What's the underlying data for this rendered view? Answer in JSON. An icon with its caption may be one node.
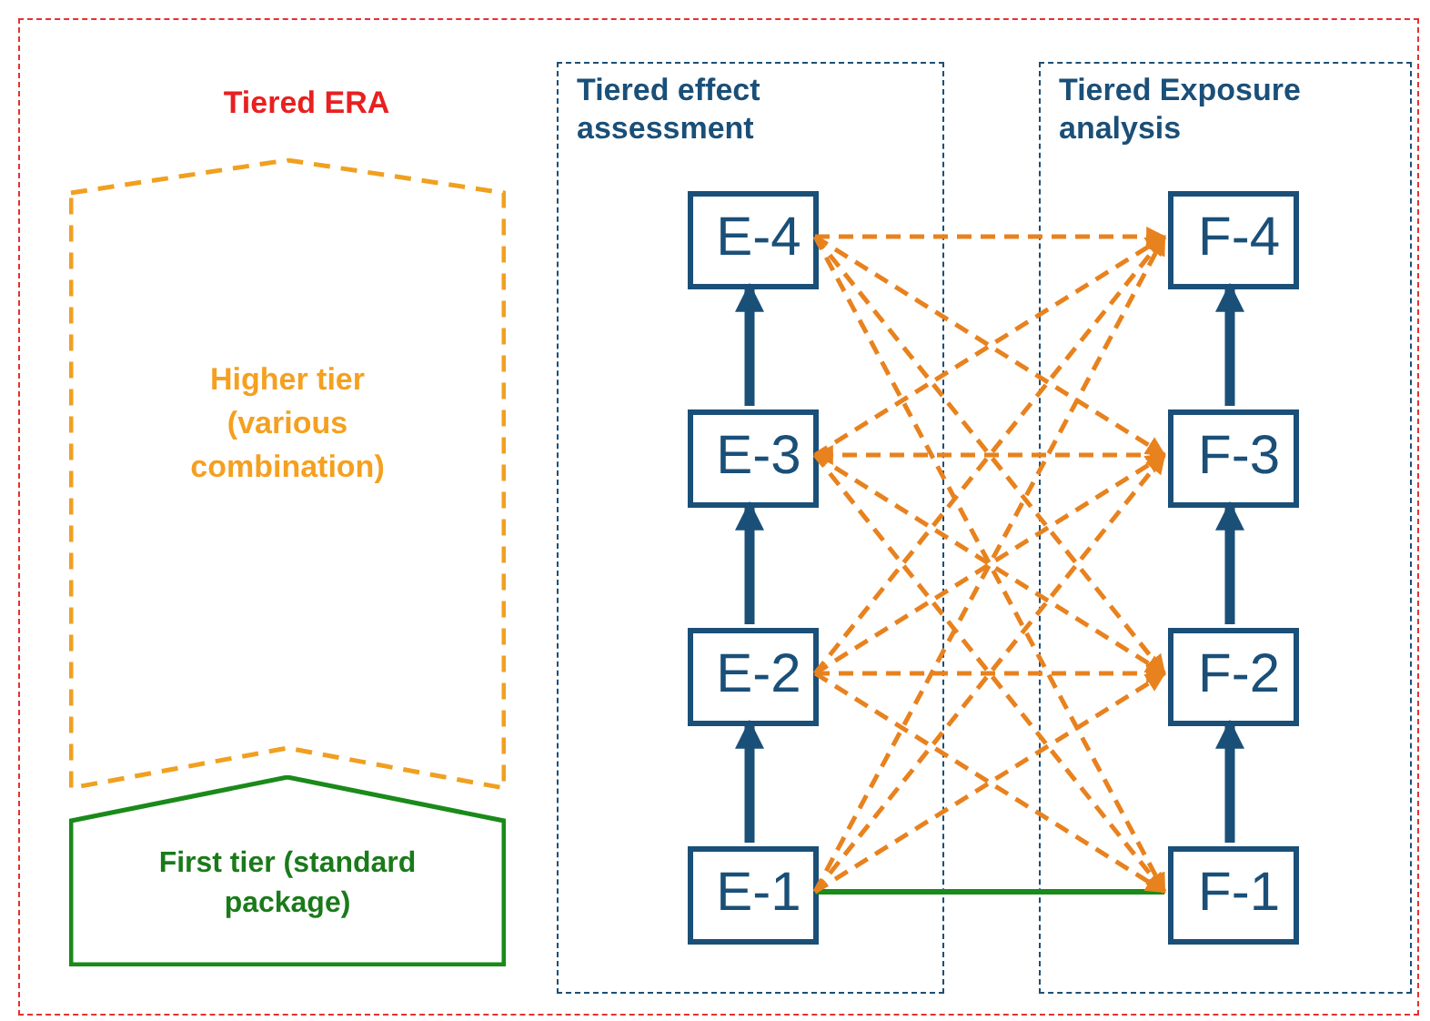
{
  "diagram": {
    "nodes": [
      {
        "text": [
          "Tiered ERA"
        ]
      },
      {
        "text": [
          "Higher tier (various combination)"
        ],
        "in": 0
      },
      {
        "text": [
          "First tier (standard package)"
        ],
        "in": 0
      },
      {
        "text": [
          "Tiered effect assessment"
        ],
        "in": 0
      },
      {
        "text": [
          "E-4"
        ],
        "in": 3
      },
      {
        "text": [
          "E-3"
        ],
        "in": 3
      },
      {
        "text": [
          "E-2"
        ],
        "in": 3
      },
      {
        "text": [
          "E-1"
        ],
        "in": 3
      },
      {
        "text": [
          "Tiered Exposure analysis"
        ],
        "in": 0
      },
      {
        "text": [
          "F-4"
        ],
        "in": 8
      },
      {
        "text": [
          "F-3"
        ],
        "in": 8
      },
      {
        "text": [
          "F-2"
        ],
        "in": 8
      },
      {
        "text": [
          "F-1"
        ],
        "in": 8
      }
    ],
    "edges": [
      {
        "from": 7,
        "to": 6,
        "arrow": "to",
        "style": "thick",
        "color": "#1a4f78"
      },
      {
        "from": 6,
        "to": 5,
        "arrow": "to",
        "style": "thick",
        "color": "#1a4f78"
      },
      {
        "from": 5,
        "to": 4,
        "arrow": "to",
        "style": "thick",
        "color": "#1a4f78"
      },
      {
        "from": 12,
        "to": 11,
        "arrow": "to",
        "style": "thick",
        "color": "#1a4f78"
      },
      {
        "from": 11,
        "to": 10,
        "arrow": "to",
        "style": "thick",
        "color": "#1a4f78"
      },
      {
        "from": 10,
        "to": 9,
        "arrow": "to",
        "style": "thick",
        "color": "#1a4f78"
      },
      {
        "from": 7,
        "to": 12,
        "arrow": "none",
        "color": "#1a8a1a"
      },
      {
        "from": 4,
        "to": 9,
        "arrow": "to",
        "style": "dashed"
      },
      {
        "from": 4,
        "to": 10,
        "arrow": "to",
        "style": "dashed"
      },
      {
        "from": 4,
        "to": 11,
        "arrow": "to",
        "style": "dashed"
      },
      {
        "from": 4,
        "to": 12,
        "arrow": "to",
        "style": "dashed"
      },
      {
        "from": 5,
        "to": 9,
        "arrow": "to",
        "style": "dashed"
      },
      {
        "from": 10,
        "to": 5,
        "arrow": "to",
        "style": "dashed"
      },
      {
        "from": 5,
        "to": 11,
        "arrow": "to",
        "style": "dashed"
      },
      {
        "from": 5,
        "to": 12,
        "arrow": "to",
        "style": "dashed"
      },
      {
        "from": 6,
        "to": 9,
        "arrow": "to",
        "style": "dashed"
      },
      {
        "from": 6,
        "to": 10,
        "arrow": "to",
        "style": "dashed"
      },
      {
        "from": 6,
        "to": 11,
        "arrow": "to",
        "style": "dashed"
      },
      {
        "from": 6,
        "to": 12,
        "arrow": "to",
        "style": "dashed"
      },
      {
        "from": 7,
        "to": 9,
        "arrow": "to",
        "style": "dashed"
      },
      {
        "from": 7,
        "to": 10,
        "arrow": "to",
        "style": "dashed"
      },
      {
        "from": 7,
        "to": 11,
        "arrow": "to",
        "style": "dashed"
      }
    ]
  }
}
